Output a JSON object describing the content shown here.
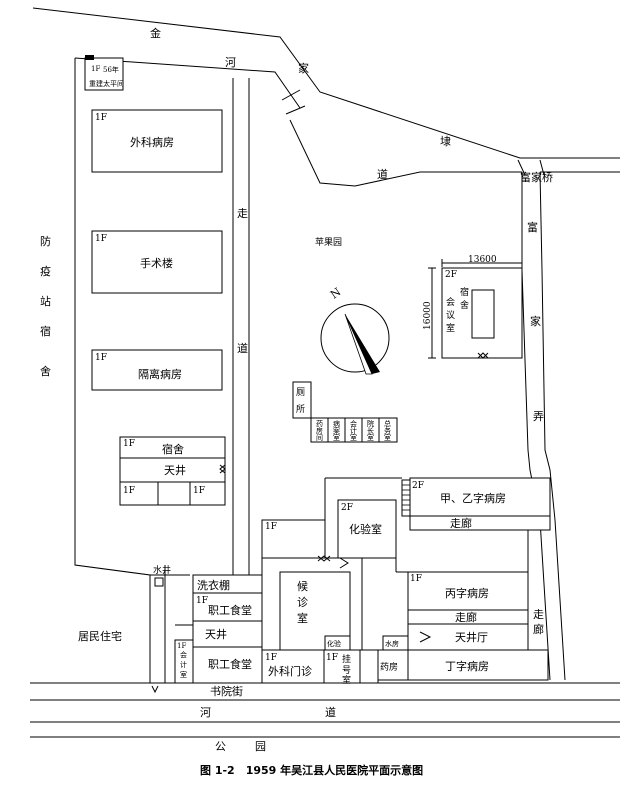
{
  "roads": {
    "jin": "金",
    "he": "河",
    "jia": "家",
    "dai": "埭",
    "dao": "道",
    "zou": "走",
    "zoudao": "道",
    "fu": "富",
    "fujia": "家",
    "nong": "弄",
    "shuyuanjie": "书院街",
    "hedao_he": "河",
    "hedao_dao": "道",
    "gongyuan_gong": "公",
    "gongyuan_yuan": "园",
    "fujiaqiao": "富家桥"
  },
  "left_area": {
    "fangyi": [
      "防",
      "疫",
      "站",
      "宿",
      "舍"
    ],
    "juminzhuzhai": "居民住宅",
    "shuijing": "水井"
  },
  "buildings": {
    "fl_1f": "1F",
    "fl_2f": "2F",
    "taipingjian_1": "56年",
    "taipingjian_2": "重建太平间",
    "waike": "外科病房",
    "shoushu": "手术楼",
    "geli": "隔离病房",
    "sushe": "宿舍",
    "tianjing": "天井",
    "pingguoyuan": "苹果园",
    "dim_w": "13600",
    "dim_h": "16000",
    "sushe_v": [
      "宿",
      "舍"
    ],
    "huiyishi": [
      "会",
      "议",
      "室"
    ],
    "cesuo": [
      "厕",
      "所"
    ],
    "small_offices": [
      [
        "药",
        "房",
        "间"
      ],
      [
        "病",
        "案",
        "室"
      ],
      [
        "会",
        "计",
        "室"
      ],
      [
        "院",
        "长",
        "室"
      ],
      [
        "总",
        "务",
        "室"
      ]
    ],
    "jiayi": "甲、乙字病房",
    "zoulang": "走廊",
    "huayan": "化验室",
    "bingzi": "丙字病房",
    "zoulang2": "走廊",
    "zoulang_v": [
      "走",
      "廊"
    ],
    "tianjingting": "天井厅",
    "dingzi": "丁字病房",
    "houzhen": [
      "候",
      "诊",
      "室"
    ],
    "xiyi": "洗衣棚",
    "zhigong1": "职工食堂",
    "tianjing2": "天井",
    "zhigong2": "职工食堂",
    "kuaiji": [
      "会",
      "计",
      "室"
    ],
    "menzhen": "外科门诊",
    "guahao": [
      "挂",
      "号",
      "室"
    ],
    "yaofang": "药房",
    "small_label1": "化验",
    "small_label2": "水房"
  },
  "caption": "图 1-2　1959 年吴江县人民医院平面示意图"
}
